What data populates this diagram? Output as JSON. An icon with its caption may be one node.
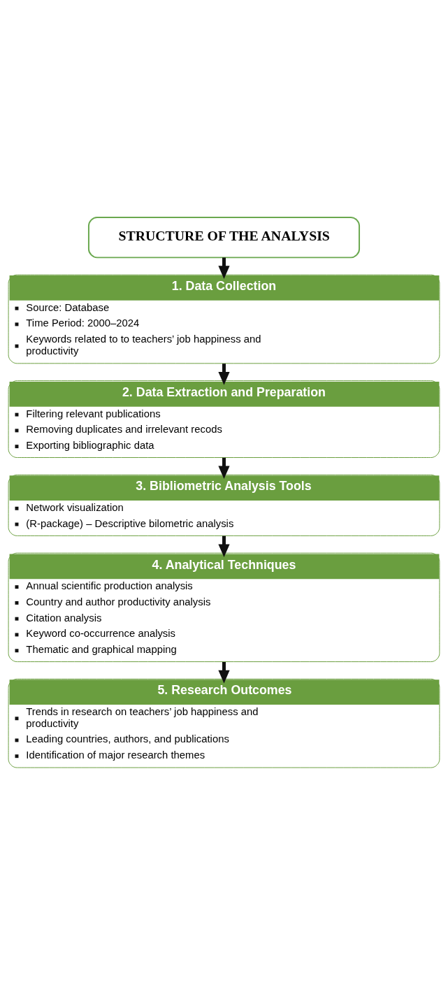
{
  "diagram": {
    "nodes": [
      {
        "text": [
          "STRUCTURE OF THE ANALYSIS"
        ]
      },
      {
        "text": [
          "1. Data Collection",
          "Source: Database",
          "Time Period: 2000–2024",
          "Keywords related to to teachers’ job happiness and productivity"
        ]
      },
      {
        "text": [
          "2. Data Extraction and Preparation",
          "Filtering relevant publications",
          "Removing duplicates and irrelevant recods",
          "Exporting bibliographic data"
        ]
      },
      {
        "text": [
          "3. Bibliometric Analysis Tools",
          "Network visualization",
          "(R-package) – Descriptive bilometric analysis"
        ]
      },
      {
        "text": [
          "4. Analytical Techniques",
          "Annual scientific production analysis",
          "Country and author productivity analysis",
          "Citation analysis",
          "Keyword co-occurrence analysis",
          "Thematic and graphical mapping"
        ]
      },
      {
        "text": [
          "5. Research Outcomes",
          "Trends in research on teachers’ job happiness and productivity",
          "Leading countries, authors, and publications",
          "Identification of major research themes"
        ]
      }
    ],
    "edges": [
      {
        "from": 0,
        "to": 1,
        "arrow": "to"
      },
      {
        "from": 1,
        "to": 2,
        "arrow": "to"
      },
      {
        "from": 2,
        "to": 3,
        "arrow": "to"
      },
      {
        "from": 3,
        "to": 4,
        "arrow": "to"
      },
      {
        "from": 4,
        "to": 5,
        "arrow": "to"
      }
    ]
  }
}
